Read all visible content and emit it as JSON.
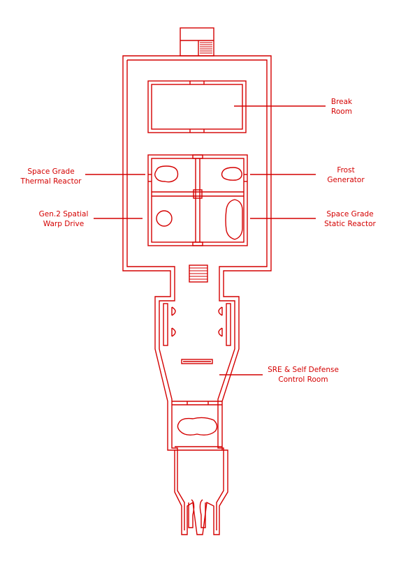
{
  "colors": {
    "line": "#d40000",
    "background": "#ffffff"
  },
  "labels": {
    "break_room": [
      "Break",
      "Room"
    ],
    "thermal_reactor": [
      "Space Grade",
      "Thermal Reactor"
    ],
    "frost_generator": [
      "Frost",
      "Generator"
    ],
    "warp_drive": [
      "Gen.2 Spatial",
      "Warp Drive"
    ],
    "static_reactor": [
      "Space Grade",
      "Static Reactor"
    ],
    "control_room": [
      "SRE & Self Defense",
      "Control Room"
    ]
  }
}
